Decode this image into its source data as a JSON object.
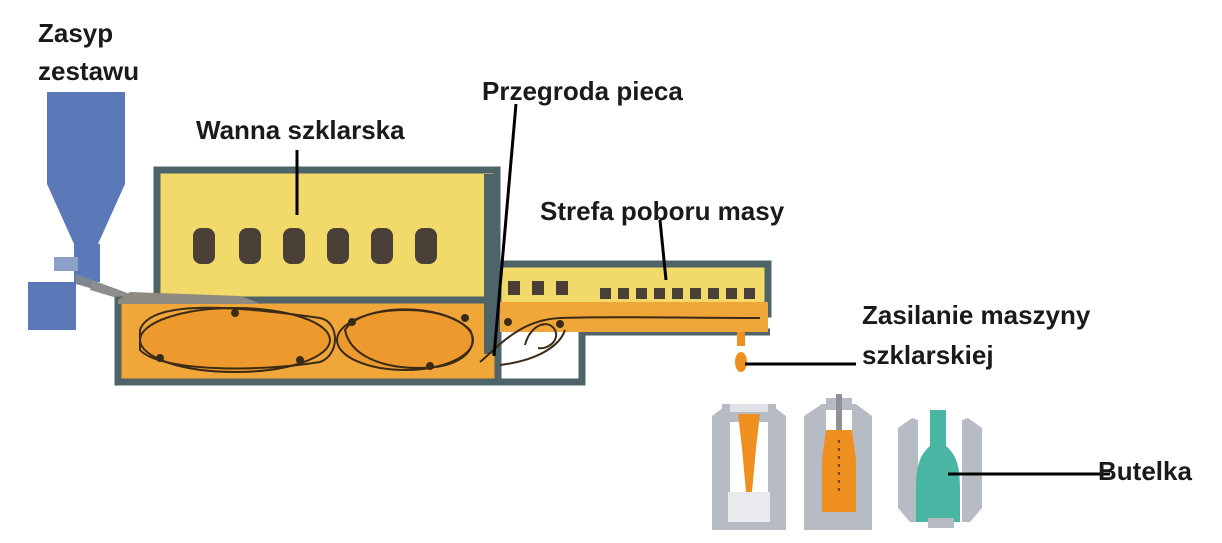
{
  "labels": {
    "batch_feed_line1": "Zasyp",
    "batch_feed_line2": "zestawu",
    "melting_tank": "Wanna szklarska",
    "furnace_partition": "Przegroda pieca",
    "working_end": "Strefa poboru masy",
    "machine_feed_line1": "Zasilanie maszyny",
    "machine_feed_line2": "szklarskiej",
    "bottle": "Butelka"
  },
  "colors": {
    "hopper": "#5b78b8",
    "wall": "#4f6468",
    "crown_fill": "#f1d96a",
    "melt_fill": "#f1a63a",
    "melt_core": "#e88a22",
    "flow_line": "#3a2b16",
    "mold": "#b7bcc4",
    "gob": "#ef8f1f",
    "bottle": "#49b6a4",
    "leader": "#000000"
  }
}
